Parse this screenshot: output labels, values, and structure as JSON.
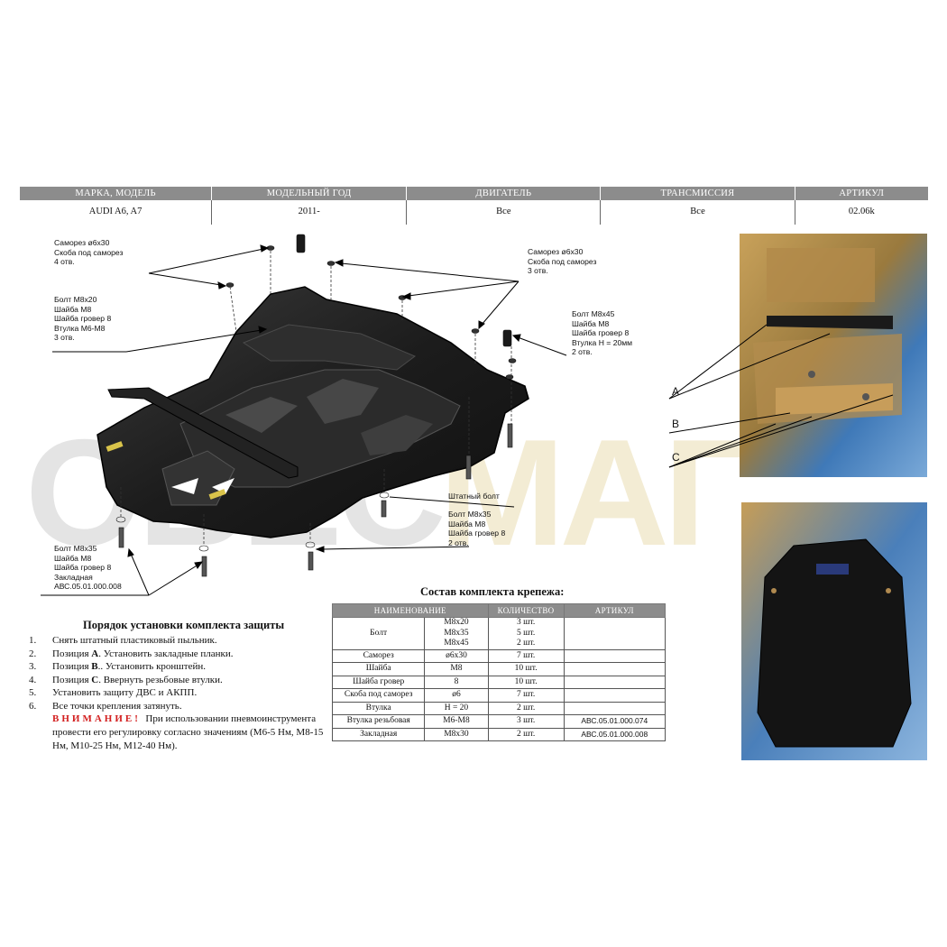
{
  "header": {
    "columns": [
      "МАРКА, МОДЕЛЬ",
      "МОДЕЛЬНЫЙ ГОД",
      "ДВИГАТЕЛЬ",
      "ТРАНСМИССИЯ",
      "АРТИКУЛ"
    ],
    "values": [
      "AUDI  A6, A7",
      "2011-",
      "Все",
      "Все",
      "02.06k"
    ]
  },
  "watermark": {
    "part1": "OБЕС",
    "part2": "МАГ"
  },
  "callouts": {
    "c1": "Саморез ø6x30\nСкоба под саморез\n4 отв.",
    "c2": "Болт М8х20\nШайба М8\nШайба гровер 8\nВтулка М6-М8\n3 отв.",
    "c3": "Саморез ø6x30\nСкоба под саморез\n3 отв.",
    "c4": "Болт М8х45\nШайба М8\nШайба гровер 8\nВтулка H = 20мм\n2 отв.",
    "c5": "Штатный болт",
    "c6": "Болт М8х35\nШайба М8\nШайба гровер 8\n2 отв.",
    "c7": "Болт М8х35\nШайба М8\nШайба гровер 8\nЗакладная\nАВС.05.01.000.008"
  },
  "photo_letters": [
    "A",
    "B",
    "C"
  ],
  "installation": {
    "title": "Порядок установки комплекта защиты",
    "items": [
      {
        "n": "1.",
        "text": "Снять штатный пластиковый пыльник."
      },
      {
        "n": "2.",
        "pre": "Позиция ",
        "bold": "А",
        "text": ". Установить закладные планки."
      },
      {
        "n": "3.",
        "pre": "Позиция ",
        "bold": "В",
        "text": ".. Установить кронштейн."
      },
      {
        "n": "4.",
        "pre": "Позиция ",
        "bold": "С",
        "text": ". Ввернуть резьбовые втулки."
      },
      {
        "n": "5.",
        "text": "Установить защиту ДВС и АКПП."
      },
      {
        "n": "6.",
        "text": "Все точки крепления затянуть."
      }
    ],
    "warning_label": "ВНИМАНИЕ!",
    "warning_text": "При использовании пневмоинструмента провести его регулировку согласно значениям (М6-5 Нм, М8-15 Нм, М10-25 Нм, М12-40 Нм)."
  },
  "kit": {
    "title": "Состав комплекта крепежа:",
    "columns": [
      "НАИМЕНОВАНИЕ",
      "КОЛИЧЕСТВО",
      "АРТИКУЛ"
    ],
    "rows": [
      {
        "name": "Болт",
        "spec": [
          "М8х20",
          "М8х35",
          "М8х45"
        ],
        "qty": [
          "3 шт.",
          "5 шт.",
          "2 шт."
        ],
        "art": ""
      },
      {
        "name": "Саморез",
        "spec": [
          "ø6х30"
        ],
        "qty": [
          "7 шт."
        ],
        "art": ""
      },
      {
        "name": "Шайба",
        "spec": [
          "М8"
        ],
        "qty": [
          "10 шт."
        ],
        "art": ""
      },
      {
        "name": "Шайба гровер",
        "spec": [
          "8"
        ],
        "qty": [
          "10 шт."
        ],
        "art": ""
      },
      {
        "name": "Скоба под саморез",
        "spec": [
          "ø6"
        ],
        "qty": [
          "7 шт."
        ],
        "art": ""
      },
      {
        "name": "Втулка",
        "spec": [
          "H = 20"
        ],
        "qty": [
          "2 шт."
        ],
        "art": ""
      },
      {
        "name": "Втулка резьбовая",
        "spec": [
          "М6-М8"
        ],
        "qty": [
          "3 шт."
        ],
        "art": "АВС.05.01.000.074"
      },
      {
        "name": "Закладная",
        "spec": [
          "М8х30"
        ],
        "qty": [
          "2 шт."
        ],
        "art": "АВС.05.01.000.008"
      }
    ]
  }
}
